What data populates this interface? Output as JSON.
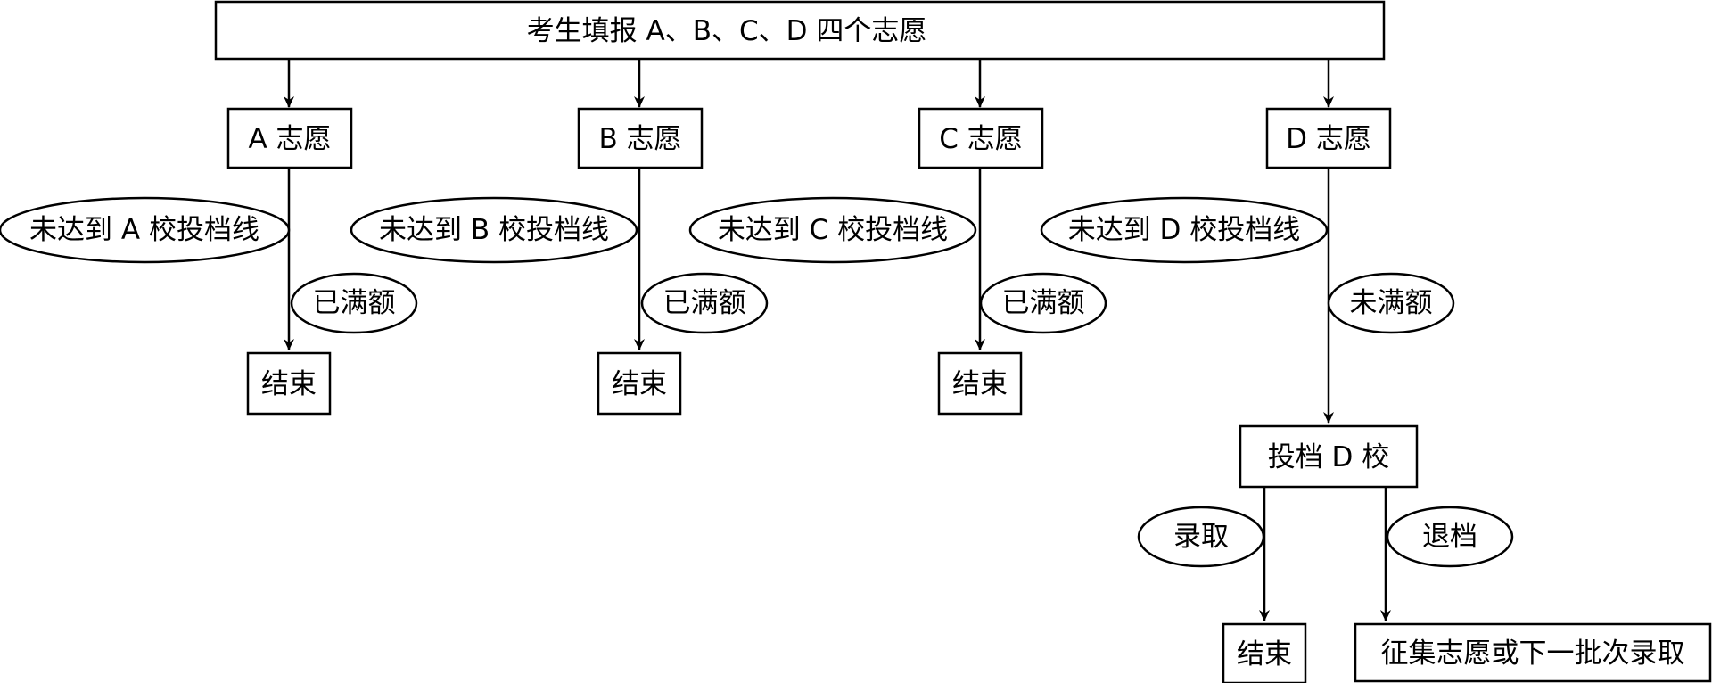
{
  "top": {
    "label": "考生填报 A、B、C、D 四个志愿"
  },
  "branches": [
    {
      "choice": "A 志愿",
      "condition": "未达到 A 校投档线",
      "quota": "已满额",
      "end": "结束"
    },
    {
      "choice": "B 志愿",
      "condition": "未达到 B 校投档线",
      "quota": "已满额",
      "end": "结束"
    },
    {
      "choice": "C 志愿",
      "condition": "未达到 C 校投档线",
      "quota": "已满额",
      "end": "结束"
    },
    {
      "choice": "D 志愿",
      "condition": "未达到 D 校投档线",
      "quota": "未满额"
    }
  ],
  "d_path": {
    "submit": "投档 D 校",
    "admit": "录取",
    "admit_end": "结束",
    "reject": "退档",
    "reject_end": "征集志愿或下一批次录取"
  }
}
